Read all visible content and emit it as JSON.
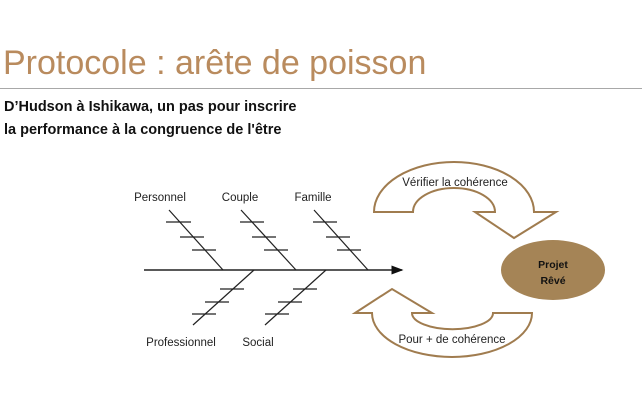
{
  "title": "Protocole : arête de poisson",
  "subtitle": {
    "line1": "D’Hudson à Ishikawa, un pas pour inscrire",
    "line2": "la performance à la congruence de l'être"
  },
  "fishbone": {
    "top": [
      "Personnel",
      "Couple",
      "Famille"
    ],
    "bottom": [
      "Professionnel",
      "Social"
    ]
  },
  "cycle": {
    "top_arrow": "Vérifier la cohérence",
    "bottom_arrow": "Pour + de cohérence",
    "goal_line1": "Projet",
    "goal_line2": "Rêvé"
  },
  "colors": {
    "accent": "#b98b5e",
    "arrow_stroke": "#a07c4f",
    "goal_fill": "#a58456"
  }
}
